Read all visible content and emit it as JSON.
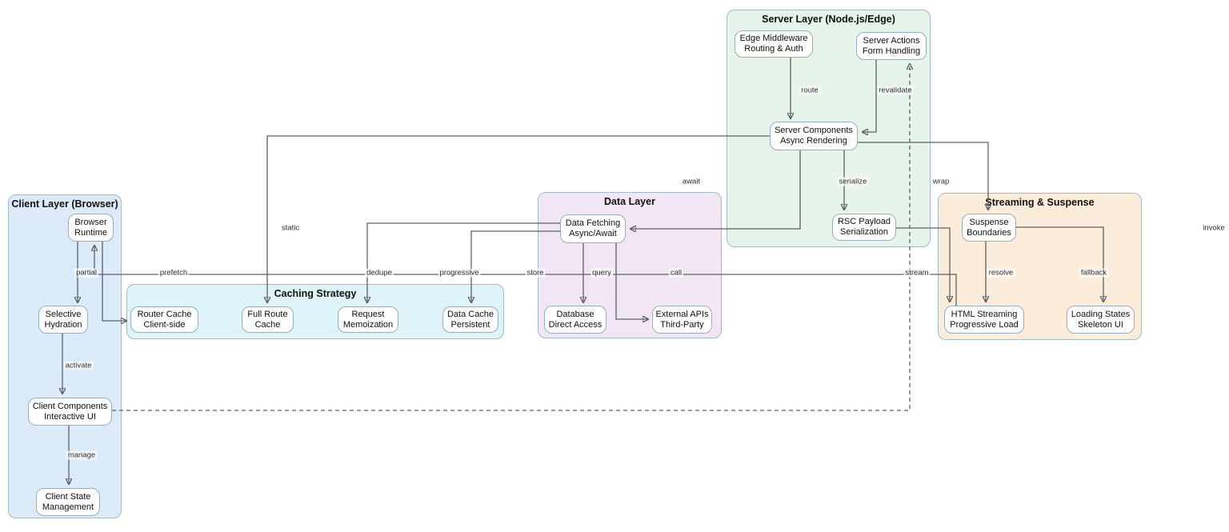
{
  "diagram": {
    "type": "flowchart",
    "containers": {
      "client": {
        "title": "Client Layer (Browser)"
      },
      "server": {
        "title": "Server Layer (Node.js/Edge)"
      },
      "caching": {
        "title": "Caching Strategy"
      },
      "data": {
        "title": "Data Layer"
      },
      "streaming": {
        "title": "Streaming & Suspense"
      }
    },
    "nodes": {
      "edge_middleware": {
        "label": "Edge Middleware\nRouting & Auth"
      },
      "server_actions": {
        "label": "Server Actions\nForm Handling"
      },
      "server_components": {
        "label": "Server Components\nAsync Rendering"
      },
      "rsc_payload": {
        "label": "RSC Payload\nSerialization"
      },
      "browser_runtime": {
        "label": "Browser\nRuntime"
      },
      "selective_hydration": {
        "label": "Selective\nHydration"
      },
      "client_components": {
        "label": "Client Components\nInteractive UI"
      },
      "client_state": {
        "label": "Client State\nManagement"
      },
      "router_cache": {
        "label": "Router Cache\nClient-side"
      },
      "full_route_cache": {
        "label": "Full Route\nCache"
      },
      "request_memoization": {
        "label": "Request\nMemoization"
      },
      "data_cache": {
        "label": "Data Cache\nPersistent"
      },
      "data_fetching": {
        "label": "Data Fetching\nAsync/Await"
      },
      "database": {
        "label": "Database\nDirect Access"
      },
      "external_apis": {
        "label": "External APIs\nThird-Party"
      },
      "suspense_boundaries": {
        "label": "Suspense\nBoundaries"
      },
      "html_streaming": {
        "label": "HTML Streaming\nProgressive Load"
      },
      "loading_states": {
        "label": "Loading States\nSkeleton UI"
      }
    },
    "edges": {
      "route": {
        "label": "route",
        "from": "edge_middleware",
        "to": "server_components"
      },
      "revalidate": {
        "label": "revalidate",
        "from": "server_actions",
        "to": "server_components"
      },
      "serialize": {
        "label": "serialize",
        "from": "server_components",
        "to": "rsc_payload"
      },
      "await": {
        "label": "await",
        "from": "server_components",
        "to": "data_fetching"
      },
      "static": {
        "label": "static",
        "from": "server_components",
        "to": "full_route_cache"
      },
      "wrap": {
        "label": "wrap",
        "from": "server_components",
        "to": "suspense_boundaries"
      },
      "invoke": {
        "label": "invoke",
        "from": "client_components",
        "to": "server_actions",
        "style": "dashed"
      },
      "partial": {
        "label": "partial",
        "from": "browser_runtime",
        "to": "selective_hydration"
      },
      "prefetch": {
        "label": "prefetch",
        "from": "browser_runtime",
        "to": "router_cache"
      },
      "progressive": {
        "label": "progressive",
        "from": "html_streaming",
        "to": "browser_runtime"
      },
      "activate": {
        "label": "activate",
        "from": "selective_hydration",
        "to": "client_components"
      },
      "manage": {
        "label": "manage",
        "from": "client_components",
        "to": "client_state"
      },
      "dedupe": {
        "label": "dedupe",
        "from": "data_fetching",
        "to": "request_memoization"
      },
      "store": {
        "label": "store",
        "from": "data_fetching",
        "to": "data_cache"
      },
      "query": {
        "label": "query",
        "from": "data_fetching",
        "to": "database"
      },
      "call": {
        "label": "call",
        "from": "data_fetching",
        "to": "external_apis"
      },
      "stream": {
        "label": "stream",
        "from": "rsc_payload",
        "to": "html_streaming"
      },
      "resolve": {
        "label": "resolve",
        "from": "suspense_boundaries",
        "to": "html_streaming"
      },
      "fallback": {
        "label": "fallback",
        "from": "suspense_boundaries",
        "to": "loading_states"
      }
    },
    "colors": {
      "client_fill": "#dcebf9",
      "server_fill": "#e7f4ea",
      "caching_fill": "#dff4f8",
      "data_fill": "#f2e6f4",
      "streaming_fill": "#fcedda",
      "node_fill": "#ffffff",
      "node_border": "#93afc2",
      "container_border": "#9fbcc8",
      "edge_line": "#5c6063"
    }
  }
}
